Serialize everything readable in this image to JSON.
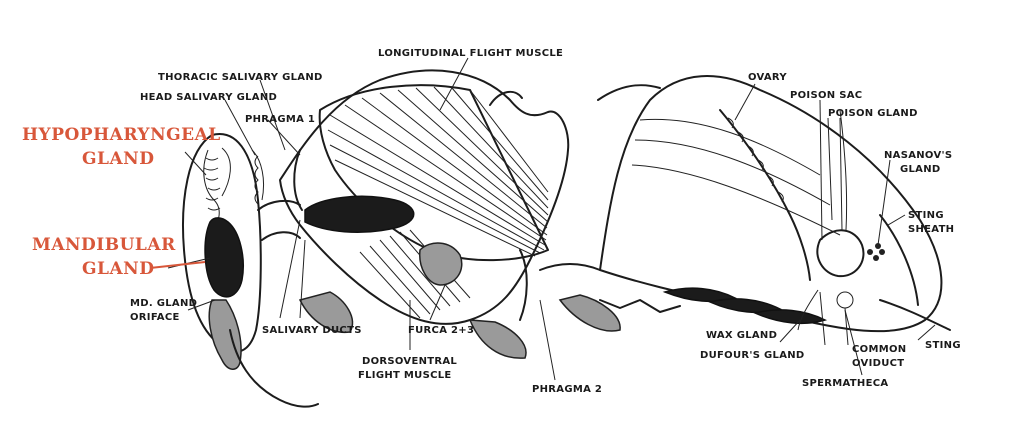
{
  "labels": {
    "longitudinal_flight_muscle": "LONGITUDINAL FLIGHT MUSCLE",
    "thoracic_salivary_gland": "THORACIC SALIVARY GLAND",
    "head_salivary_gland": "HEAD SALIVARY GLAND",
    "phragma_1": "PHRAGMA 1",
    "hypopharyngeal_gland": [
      "HYPOPHARYNGEAL",
      "GLAND"
    ],
    "mandibular_gland": [
      "MANDIBULAR",
      "GLAND"
    ],
    "md_gland_oriface": [
      "MD. GLAND",
      "ORIFACE"
    ],
    "salivary_ducts": "SALIVARY DUCTS",
    "furca": "FURCA 2+3",
    "dorsoventral_flight_muscle": [
      "DORSOVENTRAL",
      "FLIGHT MUSCLE"
    ],
    "phragma_2": "PHRAGMA 2",
    "ovary": "OVARY",
    "poison_sac": "POISON SAC",
    "poison_gland": "POISON GLAND",
    "nasanovs_gland": [
      "NASANOV'S",
      "GLAND"
    ],
    "sting_sheath": [
      "STING",
      "SHEATH"
    ],
    "sting": "STING",
    "wax_gland": "WAX GLAND",
    "dufours_gland": "DUFOUR'S GLAND",
    "common_oviduct": [
      "COMMON",
      "OVIDUCT"
    ],
    "spermatheca": "SPERMATHECA"
  },
  "colors": {
    "highlight_label": "#d8573a",
    "ink": "#1c1c1c",
    "background": "#ffffff"
  }
}
